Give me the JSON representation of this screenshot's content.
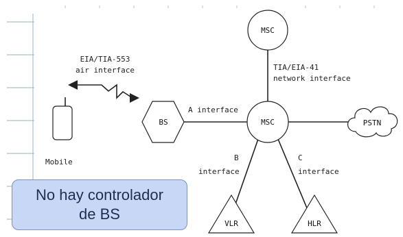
{
  "nodes": {
    "msc_top": "MSC",
    "msc_center": "MSC",
    "bs": "BS",
    "pstn": "PSTN",
    "vlr": "VLR",
    "hlr": "HLR"
  },
  "mobile_label": "Mobile",
  "labels": {
    "air_interface": [
      "EIA/TIA-553",
      "air interface"
    ],
    "network_interface": [
      "TIA/EIA-41",
      "network interface"
    ],
    "a_interface": "A interface",
    "b_interface": [
      "B",
      "interface"
    ],
    "c_interface": [
      "C",
      "interface"
    ]
  },
  "note": "No hay controlador\nde BS",
  "colors": {
    "note_fill": "#c9d7f6",
    "note_border": "#7c8fbf",
    "note_text": "#1f2d52"
  }
}
